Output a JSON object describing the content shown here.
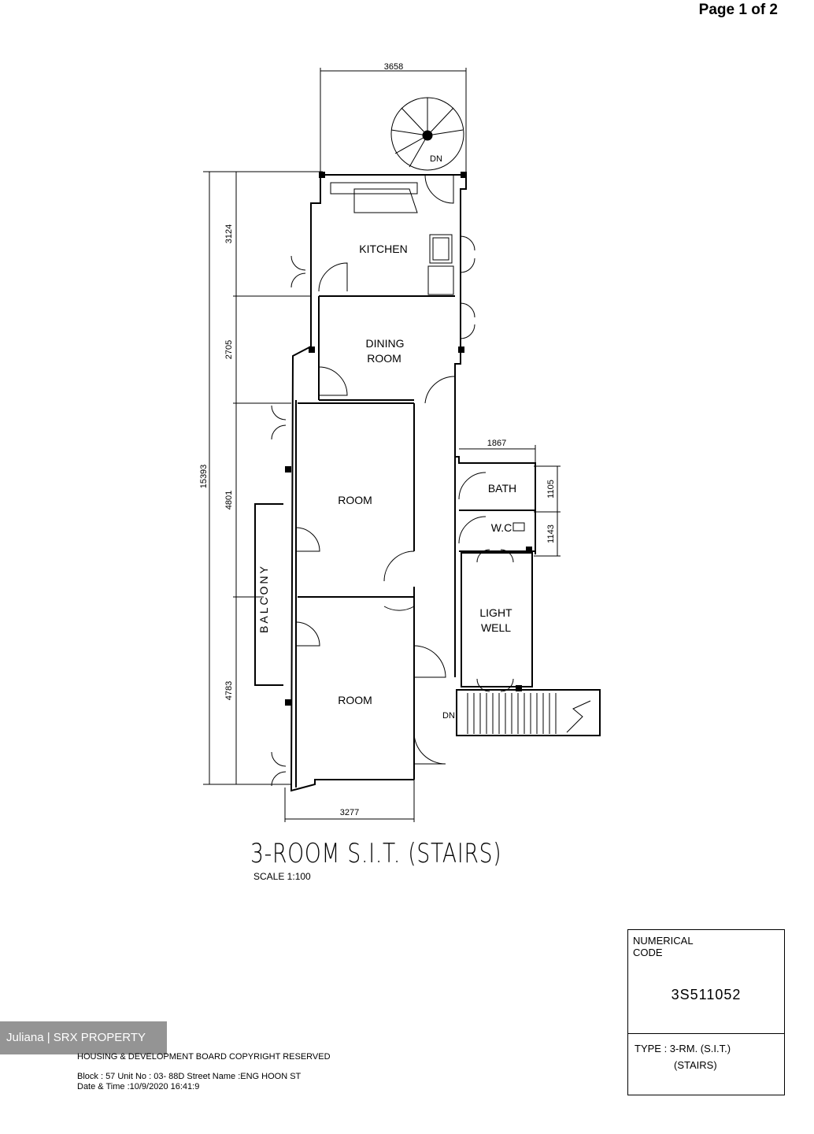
{
  "header": {
    "page_label": "Page 1 of 2"
  },
  "dimensions": {
    "top_width": "3658",
    "total_height": "15393",
    "kitchen_depth": "3124",
    "dining_depth": "2705",
    "room1_depth": "4801",
    "room2_depth": "4783",
    "bath_width": "1867",
    "bath_depth": "1105",
    "wc_depth": "1143",
    "bottom_width": "3277"
  },
  "rooms": {
    "kitchen": "KITCHEN",
    "dining_1": "DINING",
    "dining_2": "ROOM",
    "room_1": "ROOM",
    "room_2": "ROOM",
    "bath": "BATH",
    "wc": "W.C",
    "light_well_1": "LIGHT",
    "light_well_2": "WELL",
    "balcony": "BALCONY",
    "stair_dn_1": "DN",
    "stair_dn_2": "DN"
  },
  "title": {
    "main": "3-ROOM S.I.T. (STAIRS)",
    "scale": "SCALE   1:100"
  },
  "code_box": {
    "label": "NUMERICAL CODE",
    "value": "3S511052",
    "type_line1": "TYPE  :  3-RM.  (S.I.T.)",
    "type_line2": "(STAIRS)"
  },
  "watermark": "Juliana | SRX PROPERTY",
  "footer": {
    "copyright": "HOUSING & DEVELOPMENT BOARD  COPYRIGHT RESERVED",
    "address": "Block :  57  Unit No : 03-  88D     Street Name :ENG HOON ST",
    "datetime": "Date & Time :10/9/2020  16:41:9"
  }
}
